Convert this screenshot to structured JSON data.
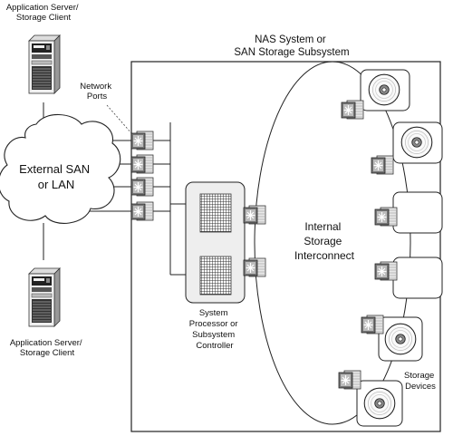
{
  "labels": {
    "server_top": [
      "Application Server/",
      "Storage Client"
    ],
    "server_bottom": [
      "Application Server/",
      "Storage Client"
    ],
    "network_ports": [
      "Network",
      "Ports"
    ],
    "cloud": [
      "External SAN",
      "or LAN"
    ],
    "subsystem": [
      "NAS System or",
      "SAN Storage Subsystem"
    ],
    "interconnect": [
      "Internal",
      "Storage",
      "Interconnect"
    ],
    "controller": [
      "System",
      "Processor or",
      "Subsystem",
      "Controller"
    ],
    "storage_devices": [
      "Storage",
      "Devices"
    ]
  },
  "storage_devices": [
    {
      "media": "disc"
    },
    {
      "media": "disc"
    },
    {
      "media": "empty"
    },
    {
      "media": "empty"
    },
    {
      "media": "disc"
    },
    {
      "media": "disc"
    }
  ],
  "network_port_count": 4,
  "controller_port_count": 2,
  "icons": {
    "server": "server-tower-icon",
    "port": "network-port-icon",
    "chip": "processor-chip-icon",
    "disc": "disc-icon"
  }
}
